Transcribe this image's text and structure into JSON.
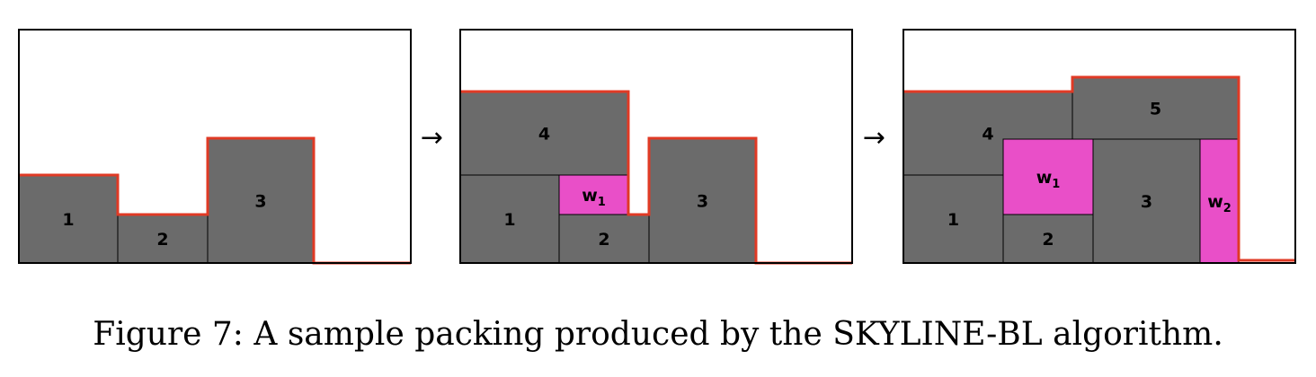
{
  "caption": "Figure 7: A sample packing produced by the SKYLINE-BL algorithm.",
  "colors": {
    "placed": "#6b6b6b",
    "waste": "#e94fc8",
    "skyline": "#e03a25",
    "border": "#000000",
    "background": "#ffffff"
  },
  "arrow_glyph": "→",
  "panels": [
    {
      "rects": [
        {
          "label": "1",
          "type": "placed"
        },
        {
          "label": "2",
          "type": "placed"
        },
        {
          "label": "3",
          "type": "placed"
        }
      ]
    },
    {
      "rects": [
        {
          "label": "1",
          "type": "placed"
        },
        {
          "label": "2",
          "type": "placed"
        },
        {
          "label": "3",
          "type": "placed"
        },
        {
          "label": "4",
          "type": "placed"
        },
        {
          "label": "w",
          "sub": "1",
          "type": "waste"
        }
      ]
    },
    {
      "rects": [
        {
          "label": "1",
          "type": "placed"
        },
        {
          "label": "2",
          "type": "placed"
        },
        {
          "label": "4",
          "type": "placed"
        },
        {
          "label": "w",
          "sub": "1",
          "type": "waste"
        },
        {
          "label": "3",
          "type": "placed"
        },
        {
          "label": "5",
          "type": "placed"
        },
        {
          "label": "w",
          "sub": "2",
          "type": "waste"
        }
      ]
    }
  ]
}
